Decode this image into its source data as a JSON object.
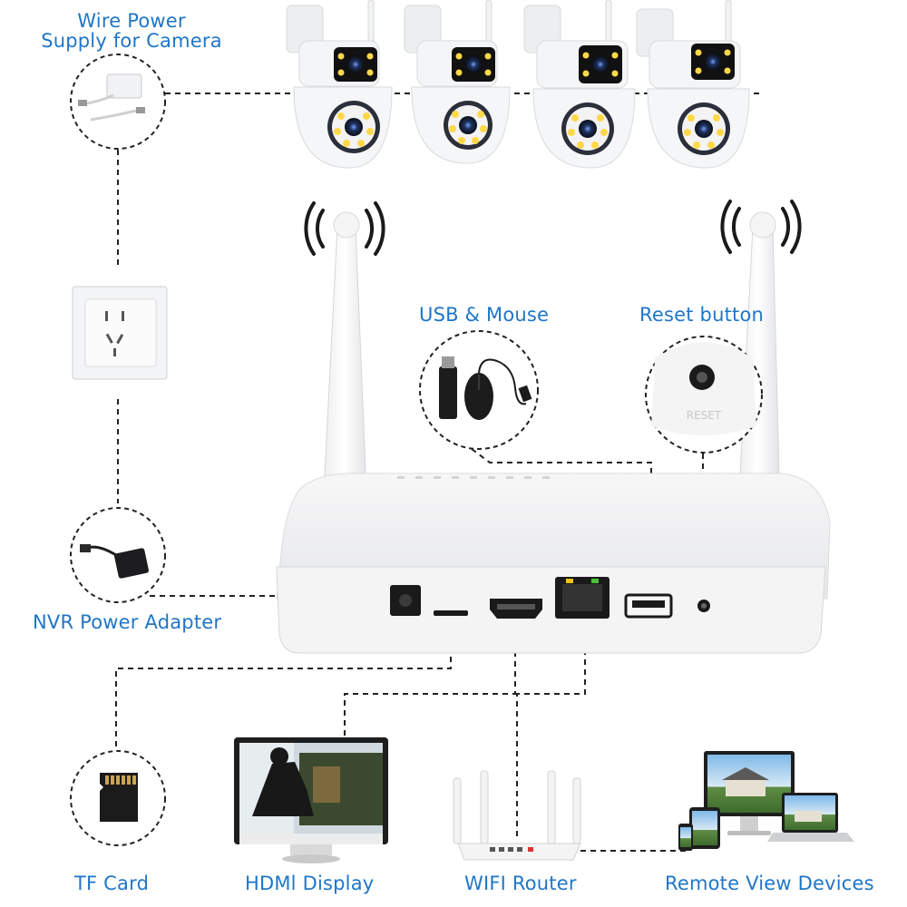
{
  "labels": {
    "wire_power_line1": "Wire Power",
    "wire_power_line2": "Supply for Camera",
    "usb_mouse": "USB & Mouse",
    "reset_button": "Reset button",
    "nvr_power_adapter": "NVR Power Adapter",
    "tf_card": "TF Card",
    "hdmi_display": "HDMl Display",
    "wifi_router": "WIFI Router",
    "remote_view_devices": "Remote View Devices"
  },
  "device_text": {
    "reset": "RESET"
  },
  "colors": {
    "label_blue": "#1f76c8",
    "dashed_line": "#222222"
  },
  "icons": [
    "camera-icon",
    "wifi-signal-icon",
    "power-supply-icon",
    "wall-socket-icon",
    "nvr-power-adapter-icon",
    "usb-mouse-icon",
    "reset-hole-icon",
    "tf-card-icon",
    "monitor-icon",
    "router-icon",
    "laptop-icon",
    "tablet-icon",
    "phone-icon"
  ]
}
